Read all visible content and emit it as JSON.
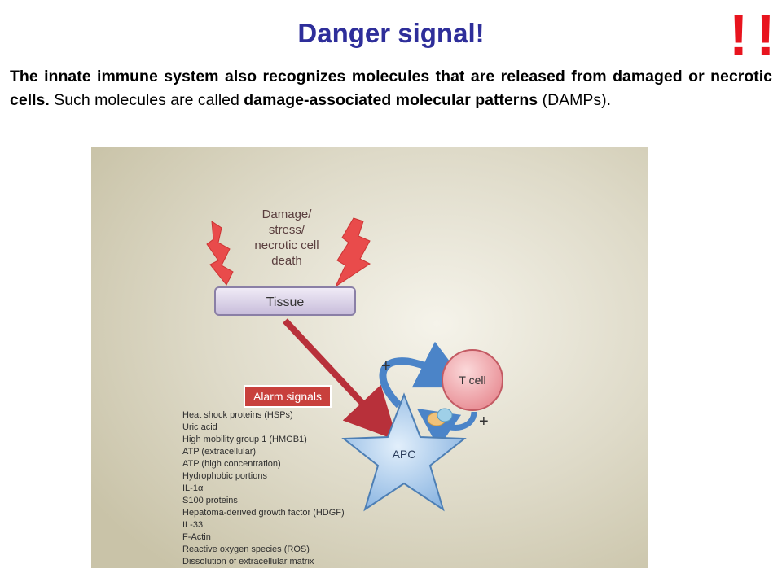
{
  "title": "Danger signal!",
  "emphasis": "!!",
  "intro": {
    "bold1": "The innate immune system also recognizes molecules that are released from damaged or necrotic cells.",
    "plain1": " Such molecules are called ",
    "bold2": "damage-associated molecular patterns",
    "plain2": " (DAMPs)."
  },
  "diagram": {
    "damage_label": [
      "Damage/",
      "stress/",
      "necrotic cell",
      "death"
    ],
    "tissue_label": "Tissue",
    "alarm_label": "Alarm signals",
    "apc_label": "APC",
    "tcell_label": "T cell",
    "plus_sign": "+",
    "alarm_list": [
      "Heat shock proteins (HSPs)",
      "Uric acid",
      "High mobility group 1 (HMGB1)",
      "ATP (extracellular)",
      "ATP (high concentration)",
      "Hydrophobic portions",
      "IL-1α",
      "S100 proteins",
      "Hepatoma-derived growth factor (HDGF)",
      "IL-33",
      "F-Actin",
      "Reactive oxygen species (ROS)",
      "Dissolution of extracellular matrix"
    ],
    "colors": {
      "background": "#d9d4bd",
      "tissue_box": "#d8d0e8",
      "alarm_box": "#c8403c",
      "bolt": "#e94b4b",
      "tcell": "#f0a7ab",
      "apc": "#9ec3ea",
      "arrow": "#b8303a",
      "curve_arrow": "#4b84c8"
    }
  }
}
